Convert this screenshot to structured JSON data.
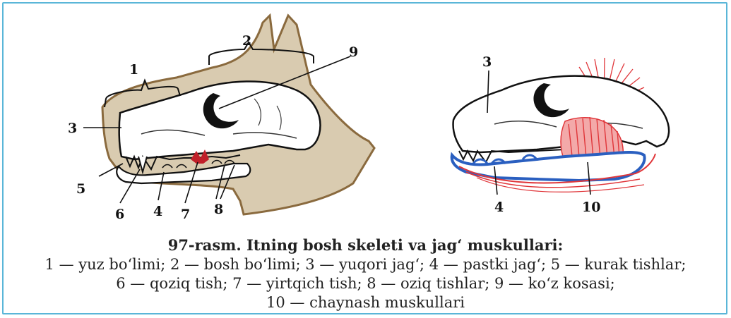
{
  "figure": {
    "left_labels": [
      "1",
      "2",
      "3",
      "9",
      "5",
      "6",
      "4",
      "7",
      "8"
    ],
    "right_labels": [
      "3",
      "4",
      "10"
    ]
  },
  "caption": {
    "title": "97-rasm. Itning bosh skeleti va jag‘ muskullari:",
    "lines": [
      "1 — yuz bo‘limi; 2 — bosh bo‘limi; 3 — yuqori jag‘; 4 — pastki jag‘; 5 — kurak tishlar;",
      "6 — qoziq tish; 7 — yirtqich tish; 8 — oziq tishlar; 9 — ko‘z kosasi;",
      "10 — chaynash muskullari"
    ]
  },
  "colors": {
    "border": "#5ab6d8",
    "head_fill": "#d9cbb0",
    "head_edge": "#8a6a3e",
    "muscle_red": "#e0363a",
    "jaw_blue": "#2a5fc0",
    "carnassial": "#c0202a"
  }
}
